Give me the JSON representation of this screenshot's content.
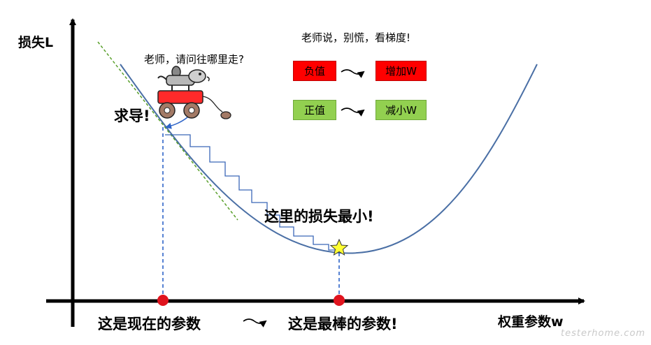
{
  "axes": {
    "y_label": "损失L",
    "x_label": "权重参数w"
  },
  "robot": {
    "question": "老师，请问往哪里走?"
  },
  "annotations": {
    "derivative": "求导!",
    "minimum": "这里的损失最小!",
    "current_params": "这是现在的参数",
    "best_params": "这是最棒的参数!"
  },
  "legend": {
    "title": "老师说，别慌，看梯度!",
    "rows": [
      {
        "gradient": "负值",
        "action": "增加W",
        "color": "#ff0000"
      },
      {
        "gradient": "正值",
        "action": "减小W",
        "color": "#92d050"
      }
    ]
  },
  "watermark": "testerhome.com",
  "colors": {
    "curve": "#4a6fa5",
    "tangent": "#5aa02c",
    "guide": "#2e64c8",
    "point": "#e0141e",
    "star": "#ffff33"
  }
}
